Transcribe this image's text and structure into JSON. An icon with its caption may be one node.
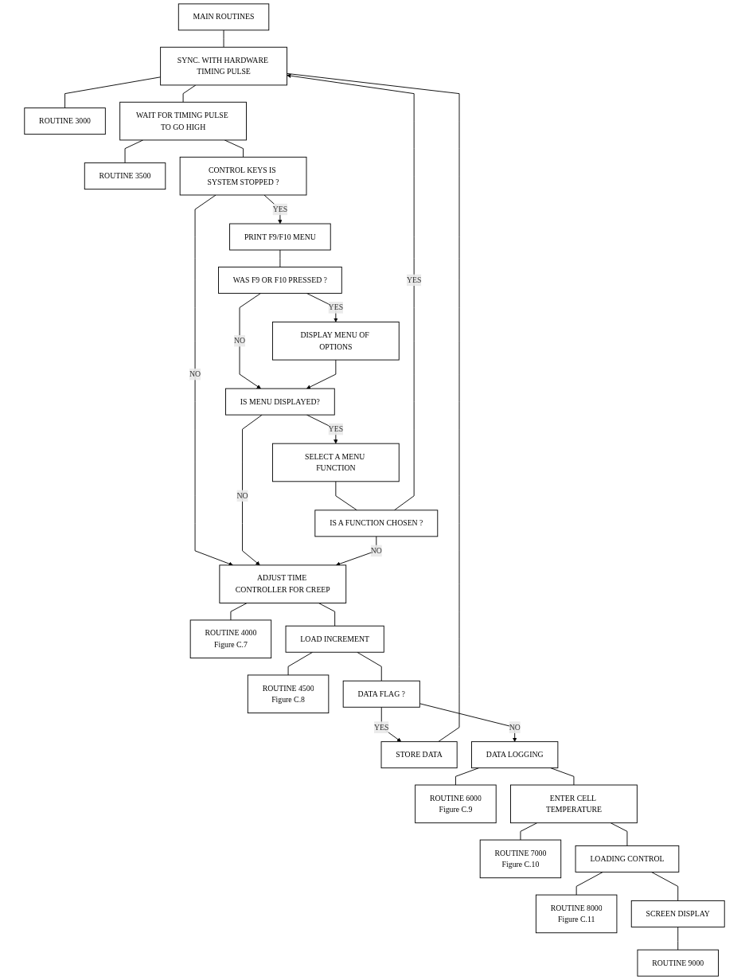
{
  "diagram": {
    "nodes": [
      {
        "text": [
          "MAIN ROUTINES"
        ]
      },
      {
        "text": [
          "SYNC. WITH HARDWARE TIMING PULSE"
        ]
      },
      {
        "text": [
          "ROUTINE 3000"
        ]
      },
      {
        "text": [
          "WAIT FOR TIMING PULSE TO GO HIGH"
        ]
      },
      {
        "text": [
          "ROUTINE 3500"
        ]
      },
      {
        "text": [
          "PRINT F9/F10 MENU"
        ]
      },
      {
        "text": [
          "CONTROL KEYS IS SYSTEM STOPPED ?"
        ]
      },
      {
        "text": [
          "WAS F9 OR F10 PRESSED ?"
        ]
      },
      {
        "text": [
          "ADJUST TIME CONTROLLER FOR CREEP"
        ]
      },
      {
        "text": [
          "ROUTINE 4000",
          "Figure C.7"
        ]
      },
      {
        "text": [
          "DISPLAY MENU OF OPTIONS"
        ]
      },
      {
        "text": [
          "LOAD INCREMENT"
        ]
      },
      {
        "text": [
          "ROUTINE 4500",
          "Figure C.8"
        ]
      },
      {
        "text": [
          "IS MENU DISPLAYED?"
        ]
      },
      {
        "text": [
          "DATA FLAG ?"
        ]
      },
      {
        "text": [
          "STORE DATA"
        ]
      },
      {
        "text": [
          "SELECT A MENU FUNCTION"
        ]
      },
      {
        "text": [
          "DATA LOGGING"
        ]
      },
      {
        "text": [
          "ROUTINE 6000",
          "Figure C.9"
        ]
      },
      {
        "text": [
          "IS A FUNCTION CHOSEN ?"
        ]
      },
      {
        "text": [
          "ENTER CELL TEMPERATURE"
        ]
      },
      {
        "text": [
          "ROUTINE 7000",
          "Figure C.10"
        ]
      },
      {
        "text": [
          "ROUTINE 8000",
          "Figure C.11"
        ]
      },
      {
        "text": [
          "LOADING CONTROL"
        ]
      },
      {
        "text": [
          "ROUTINE 9000"
        ]
      },
      {
        "text": [
          "SCREEN DISPLAY"
        ]
      }
    ],
    "edges": [
      {
        "from": 0,
        "to": 1,
        "arrow": "none"
      },
      {
        "from": 1,
        "to": 2,
        "arrow": "none"
      },
      {
        "from": 1,
        "to": 3,
        "arrow": "none"
      },
      {
        "from": 3,
        "to": 4,
        "arrow": "none"
      },
      {
        "from": 3,
        "to": 6,
        "arrow": "none"
      },
      {
        "from": 6,
        "to": 5,
        "label": "YES",
        "arrow": "to"
      },
      {
        "from": 6,
        "to": 8,
        "label": "NO",
        "arrow": "to"
      },
      {
        "from": 5,
        "to": 7,
        "arrow": "none"
      },
      {
        "from": 7,
        "to": 10,
        "label": "YES",
        "arrow": "to"
      },
      {
        "from": 7,
        "to": 13,
        "label": "NO",
        "arrow": "to"
      },
      {
        "from": 10,
        "to": 13,
        "arrow": "to"
      },
      {
        "from": 13,
        "to": 16,
        "label": "YES",
        "arrow": "to"
      },
      {
        "from": 13,
        "to": 8,
        "label": "NO",
        "arrow": "to"
      },
      {
        "from": 16,
        "to": 19,
        "arrow": "none"
      },
      {
        "from": 19,
        "to": 1,
        "label": "YES",
        "arrow": "to"
      },
      {
        "from": 19,
        "to": 8,
        "label": "NO",
        "arrow": "to"
      },
      {
        "from": 8,
        "to": 9,
        "arrow": "none"
      },
      {
        "from": 8,
        "to": 11,
        "arrow": "none"
      },
      {
        "from": 11,
        "to": 12,
        "arrow": "none"
      },
      {
        "from": 11,
        "to": 14,
        "arrow": "none"
      },
      {
        "from": 14,
        "to": 15,
        "label": "YES",
        "arrow": "to"
      },
      {
        "from": 14,
        "to": 17,
        "label": "NO",
        "arrow": "to"
      },
      {
        "from": 15,
        "to": 1,
        "arrow": "none"
      },
      {
        "from": 17,
        "to": 18,
        "arrow": "none"
      },
      {
        "from": 17,
        "to": 20,
        "arrow": "none"
      },
      {
        "from": 20,
        "to": 21,
        "arrow": "none"
      },
      {
        "from": 20,
        "to": 23,
        "arrow": "none"
      },
      {
        "from": 23,
        "to": 22,
        "arrow": "none"
      },
      {
        "from": 23,
        "to": 25,
        "arrow": "none"
      },
      {
        "from": 25,
        "to": 24,
        "arrow": "none"
      }
    ]
  }
}
